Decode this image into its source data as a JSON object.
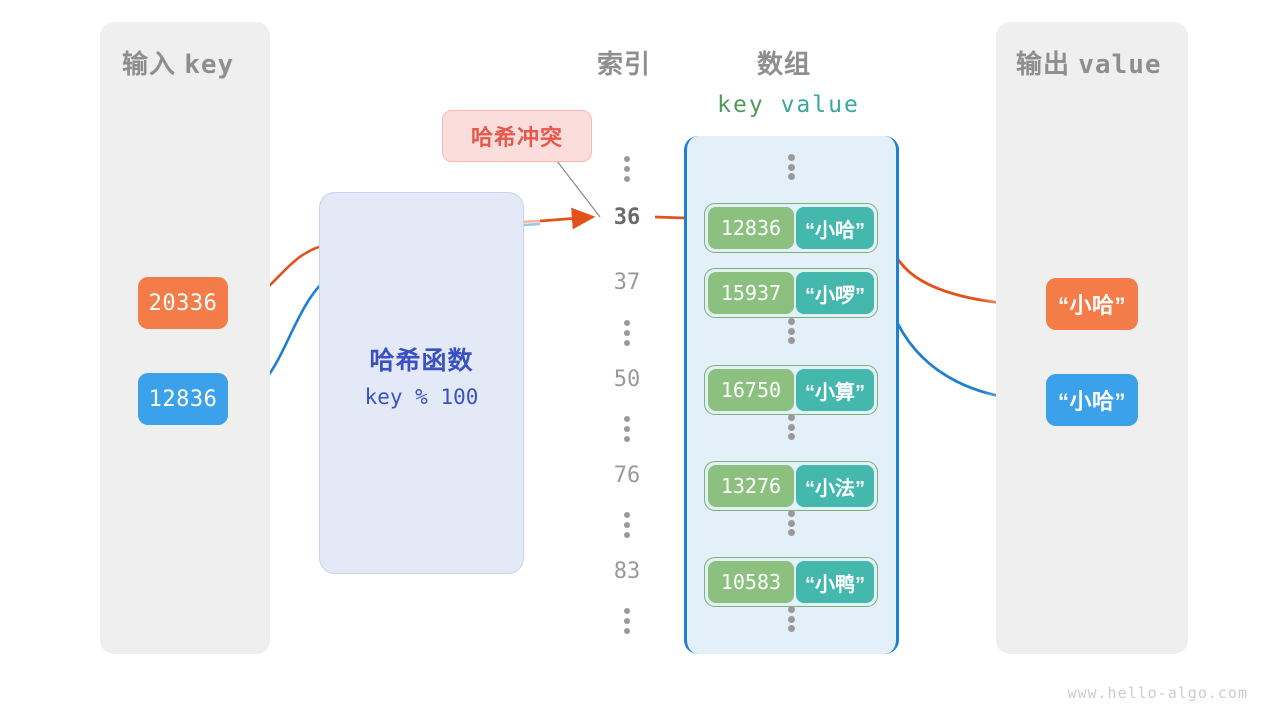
{
  "panels": {
    "input": {
      "title_cjk": "输入",
      "title_mono": "key"
    },
    "output": {
      "title_cjk": "输出",
      "title_mono": "value"
    }
  },
  "headers": {
    "index": "索引",
    "array": "数组",
    "key_col": "key",
    "value_col": "value"
  },
  "hash_function": {
    "title": "哈希函数",
    "expression": "key % 100"
  },
  "collision_badge": {
    "label": "哈希冲突"
  },
  "inputs": [
    {
      "value": "20336",
      "color": "#f47c48"
    },
    {
      "value": "12836",
      "color": "#3ba1ea"
    }
  ],
  "outputs": [
    {
      "value": "“小哈”",
      "color": "#f47c48"
    },
    {
      "value": "“小哈”",
      "color": "#3ba1ea"
    }
  ],
  "array_rows": [
    {
      "type": "dots"
    },
    {
      "type": "entry",
      "index": "36",
      "key": "12836",
      "value": "“小哈”",
      "highlight": true
    },
    {
      "type": "entry",
      "index": "37",
      "key": "15937",
      "value": "“小啰”",
      "highlight": false
    },
    {
      "type": "dots"
    },
    {
      "type": "entry",
      "index": "50",
      "key": "16750",
      "value": "“小算”",
      "highlight": false
    },
    {
      "type": "dots"
    },
    {
      "type": "entry",
      "index": "76",
      "key": "13276",
      "value": "“小法”",
      "highlight": false
    },
    {
      "type": "dots"
    },
    {
      "type": "entry",
      "index": "83",
      "key": "10583",
      "value": "“小鸭”",
      "highlight": false
    },
    {
      "type": "dots"
    }
  ],
  "watermark": "www.hello-algo.com",
  "colors": {
    "orange": "#e2521a",
    "blue": "#1f7fd0",
    "array_border": "#1f7fd0",
    "cell_key": "#8cc07e",
    "cell_value": "#45b8ae",
    "panel_bg": "#efefef",
    "hash_bg": "#e4e9f8",
    "collision_bg": "#fbdedc",
    "collision_text": "#e8584a"
  }
}
